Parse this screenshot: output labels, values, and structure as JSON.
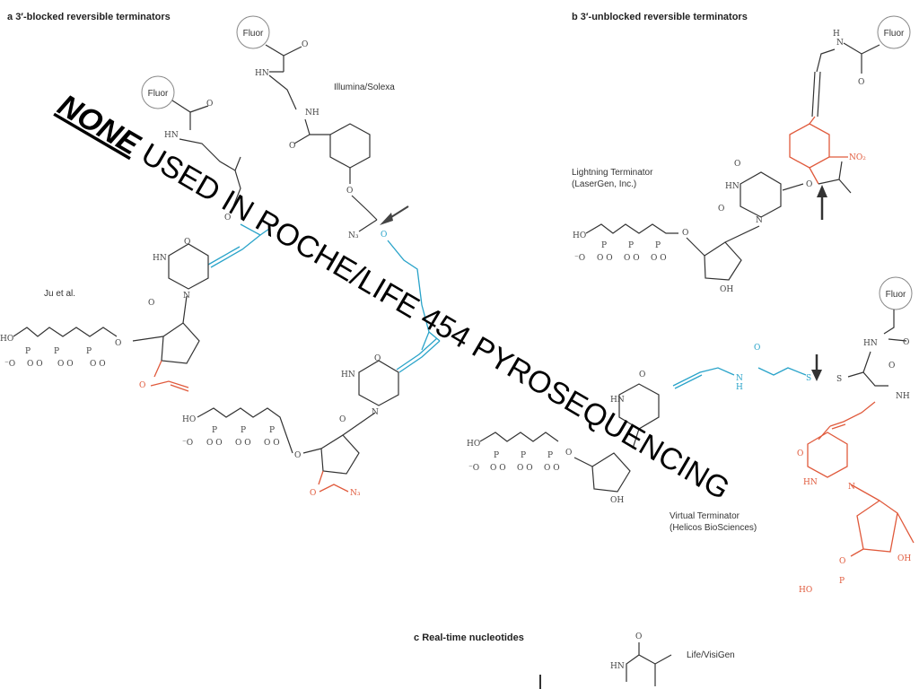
{
  "panels": {
    "a": {
      "letter": "a",
      "title": "3′-blocked reversible terminators"
    },
    "b": {
      "letter": "b",
      "title": "3′-unblocked reversible terminators"
    },
    "c": {
      "letter": "c",
      "title": "Real-time nucleotides"
    }
  },
  "structure_labels": {
    "illumina": "Illumina/Solexa",
    "ju": "Ju et al.",
    "lightning_1": "Lightning Terminator",
    "lightning_2": "(LaserGen, Inc.)",
    "virtual_1": "Virtual Terminator",
    "virtual_2": "(Helicos BioSciences)",
    "visigen": "Life/VisiGen"
  },
  "fluor_label": "Fluor",
  "atoms": {
    "hn": "HN",
    "nh": "NH",
    "o": "O",
    "n": "N",
    "n3": "N₃",
    "oh": "OH",
    "ho": "HO",
    "no2": "NO₂",
    "s": "S",
    "h": "H",
    "p": "P",
    "o_minus": "⁻O",
    "oo": "O O"
  },
  "overlay": {
    "emphasis": "NONE",
    "rest": " USED IN ROCHE/LIFE 454 PYROSEQUENCING"
  },
  "colors": {
    "linker_blue": "#29a3c9",
    "cleavable_red": "#e05a3c",
    "ink": "#333333"
  }
}
